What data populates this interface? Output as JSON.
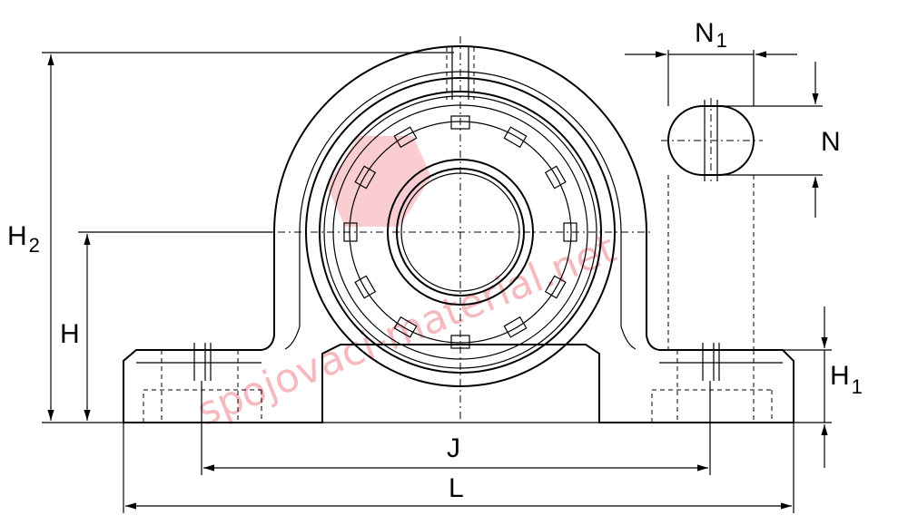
{
  "labels": {
    "n1_main": "N",
    "n1_sub": "1",
    "n": "N",
    "h2_main": "H",
    "h2_sub": "2",
    "h": "H",
    "h1_main": "H",
    "h1_sub": "1",
    "j": "J",
    "l": "L"
  },
  "watermark": {
    "text": "spojovaci-material.net"
  },
  "colors": {
    "line": "#000000",
    "watermark": "#e63946"
  }
}
